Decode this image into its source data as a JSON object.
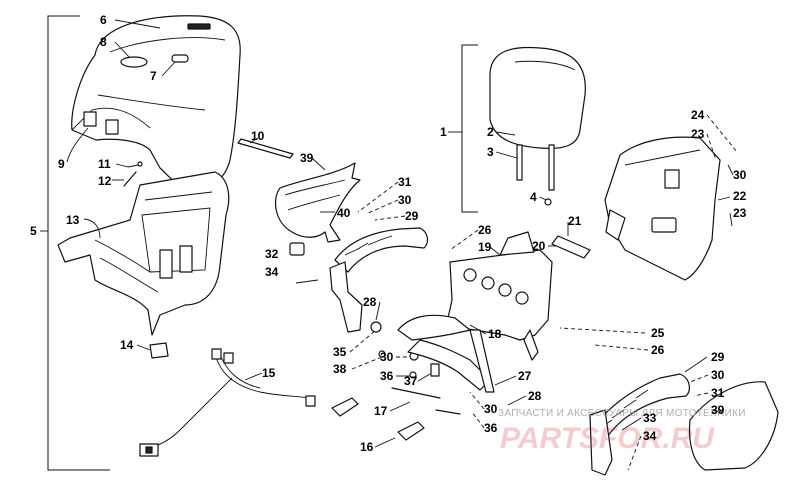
{
  "callouts": [
    {
      "id": "c6",
      "text": "6"
    },
    {
      "id": "c8",
      "text": "8"
    },
    {
      "id": "c7",
      "text": "7"
    },
    {
      "id": "c5",
      "text": "5"
    },
    {
      "id": "c9",
      "text": "9"
    },
    {
      "id": "c11",
      "text": "11"
    },
    {
      "id": "c12",
      "text": "12"
    },
    {
      "id": "c13",
      "text": "13"
    },
    {
      "id": "c14",
      "text": "14"
    },
    {
      "id": "c15",
      "text": "15"
    },
    {
      "id": "c10",
      "text": "10"
    },
    {
      "id": "c39a",
      "text": "39"
    },
    {
      "id": "c40",
      "text": "40"
    },
    {
      "id": "c31a",
      "text": "31"
    },
    {
      "id": "c30a",
      "text": "30"
    },
    {
      "id": "c29a",
      "text": "29"
    },
    {
      "id": "c32",
      "text": "32"
    },
    {
      "id": "c34a",
      "text": "34"
    },
    {
      "id": "c28a",
      "text": "28"
    },
    {
      "id": "c35",
      "text": "35"
    },
    {
      "id": "c38",
      "text": "38"
    },
    {
      "id": "c30b",
      "text": "30"
    },
    {
      "id": "c36a",
      "text": "36"
    },
    {
      "id": "c37",
      "text": "37"
    },
    {
      "id": "c17",
      "text": "17"
    },
    {
      "id": "c16",
      "text": "16"
    },
    {
      "id": "c1",
      "text": "1"
    },
    {
      "id": "c2",
      "text": "2"
    },
    {
      "id": "c3",
      "text": "3"
    },
    {
      "id": "c4",
      "text": "4"
    },
    {
      "id": "c26a",
      "text": "26"
    },
    {
      "id": "c19",
      "text": "19"
    },
    {
      "id": "c21",
      "text": "21"
    },
    {
      "id": "c20",
      "text": "20"
    },
    {
      "id": "c18",
      "text": "18"
    },
    {
      "id": "c24",
      "text": "24"
    },
    {
      "id": "c23a",
      "text": "23"
    },
    {
      "id": "c30c",
      "text": "30"
    },
    {
      "id": "c22",
      "text": "22"
    },
    {
      "id": "c23b",
      "text": "23"
    },
    {
      "id": "c25",
      "text": "25"
    },
    {
      "id": "c26b",
      "text": "26"
    },
    {
      "id": "c29b",
      "text": "29"
    },
    {
      "id": "c30d",
      "text": "30"
    },
    {
      "id": "c31b",
      "text": "31"
    },
    {
      "id": "c39b",
      "text": "39"
    },
    {
      "id": "c27",
      "text": "27"
    },
    {
      "id": "c28b",
      "text": "28"
    },
    {
      "id": "c30e",
      "text": "30"
    },
    {
      "id": "c36b",
      "text": "36"
    },
    {
      "id": "c33",
      "text": "33"
    },
    {
      "id": "c34b",
      "text": "34"
    }
  ],
  "watermark": {
    "tagline": "ЗАПЧАСТИ И АКСЕССУАРЫ ДЛЯ МОТОТЕХНИКИ",
    "logo": "PARTSFOR.RU"
  }
}
